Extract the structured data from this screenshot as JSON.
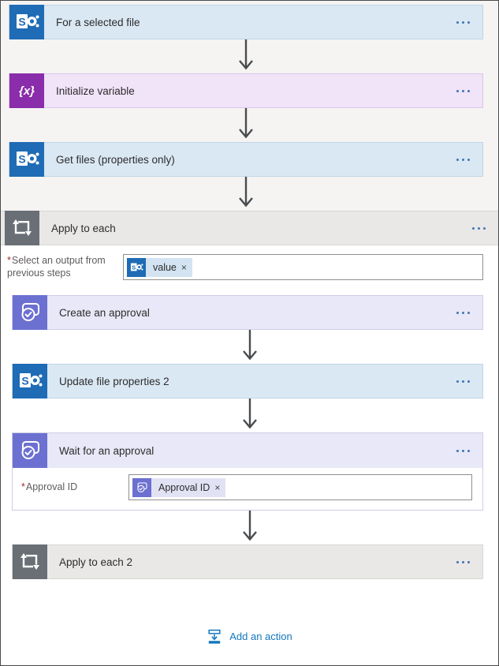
{
  "colors": {
    "canvas-bg": "#f5f4f3",
    "scope-bg": "#ffffff",
    "frame-border": "#4a4a4a",
    "sharepoint-blue": "#1f6bb5",
    "variable-purple": "#8a2dab",
    "approvals-purple": "#6c70d0",
    "loop-gray": "#696f75",
    "card-blue-bg": "#dae8f4",
    "card-blue-border": "#c2d4e5",
    "card-purple-bg": "#f1e3f8",
    "card-purple-border": "#dcc6ea",
    "card-lavender-bg": "#e8e8f8",
    "card-lavender-border": "#cdcde7",
    "scope-header-bg": "#e9e8e7",
    "scope-header-border": "#d8d6d4",
    "chip-blue-bg": "#d3e3f2",
    "chip-lavender-bg": "#e2e2f5",
    "dots-blue": "#3f74b3",
    "arrow-gray": "#494c4e",
    "title-text": "#2d2c2b",
    "label-gray": "#5f5d5b",
    "required-red": "#a4262c",
    "input-border": "#8f8f8e",
    "accent-blue": "#1277bd"
  },
  "cards": {
    "trigger": {
      "title": "For a selected file"
    },
    "init_variable": {
      "title": "Initialize variable",
      "glyph": "{x}"
    },
    "get_files": {
      "title": "Get files (properties only)"
    }
  },
  "scope": {
    "title": "Apply to each",
    "select_output": {
      "required": "*",
      "label": "Select an output from previous steps",
      "token": {
        "label": "value",
        "remove": "×"
      }
    },
    "create_approval": {
      "title": "Create an approval"
    },
    "update_file": {
      "title": "Update file properties 2"
    },
    "wait_approval": {
      "title": "Wait for an approval",
      "field": {
        "required": "*",
        "label": "Approval ID",
        "token": {
          "label": "Approval ID",
          "remove": "×"
        }
      }
    },
    "apply_to_each_2": {
      "title": "Apply to each 2"
    },
    "add_action": {
      "label": "Add an action"
    }
  }
}
